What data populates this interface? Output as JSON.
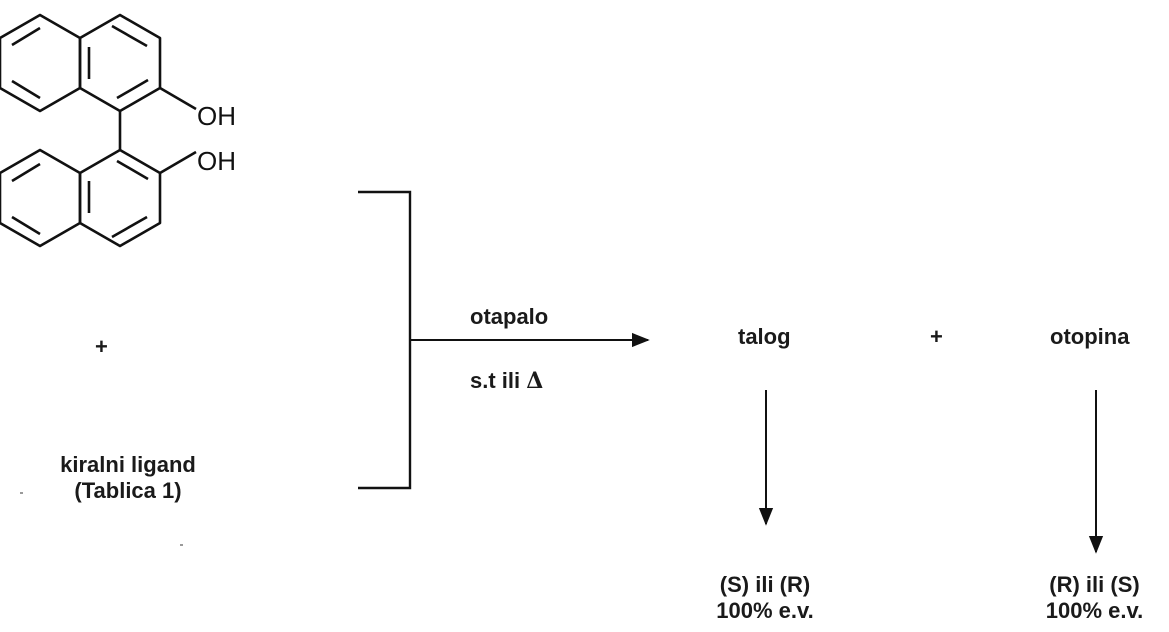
{
  "reactant": {
    "atoms": {
      "oh_top": "OH",
      "oh_bottom": "OH"
    },
    "plus": "+",
    "ligand_line1": "kiralni ligand",
    "ligand_line2": "(Tablica 1)"
  },
  "conditions": {
    "above_arrow": "otapalo",
    "below_arrow_text": "s.t ili ",
    "below_arrow_symbol": "Δ"
  },
  "products": {
    "precipitate": "talog",
    "plus": "+",
    "solution": "otopina",
    "precipitate_result_line1": "(S) ili (R)",
    "precipitate_result_line2": "100% e.v.",
    "solution_result_line1": "(R) ili (S)",
    "solution_result_line2": "100% e.v."
  }
}
